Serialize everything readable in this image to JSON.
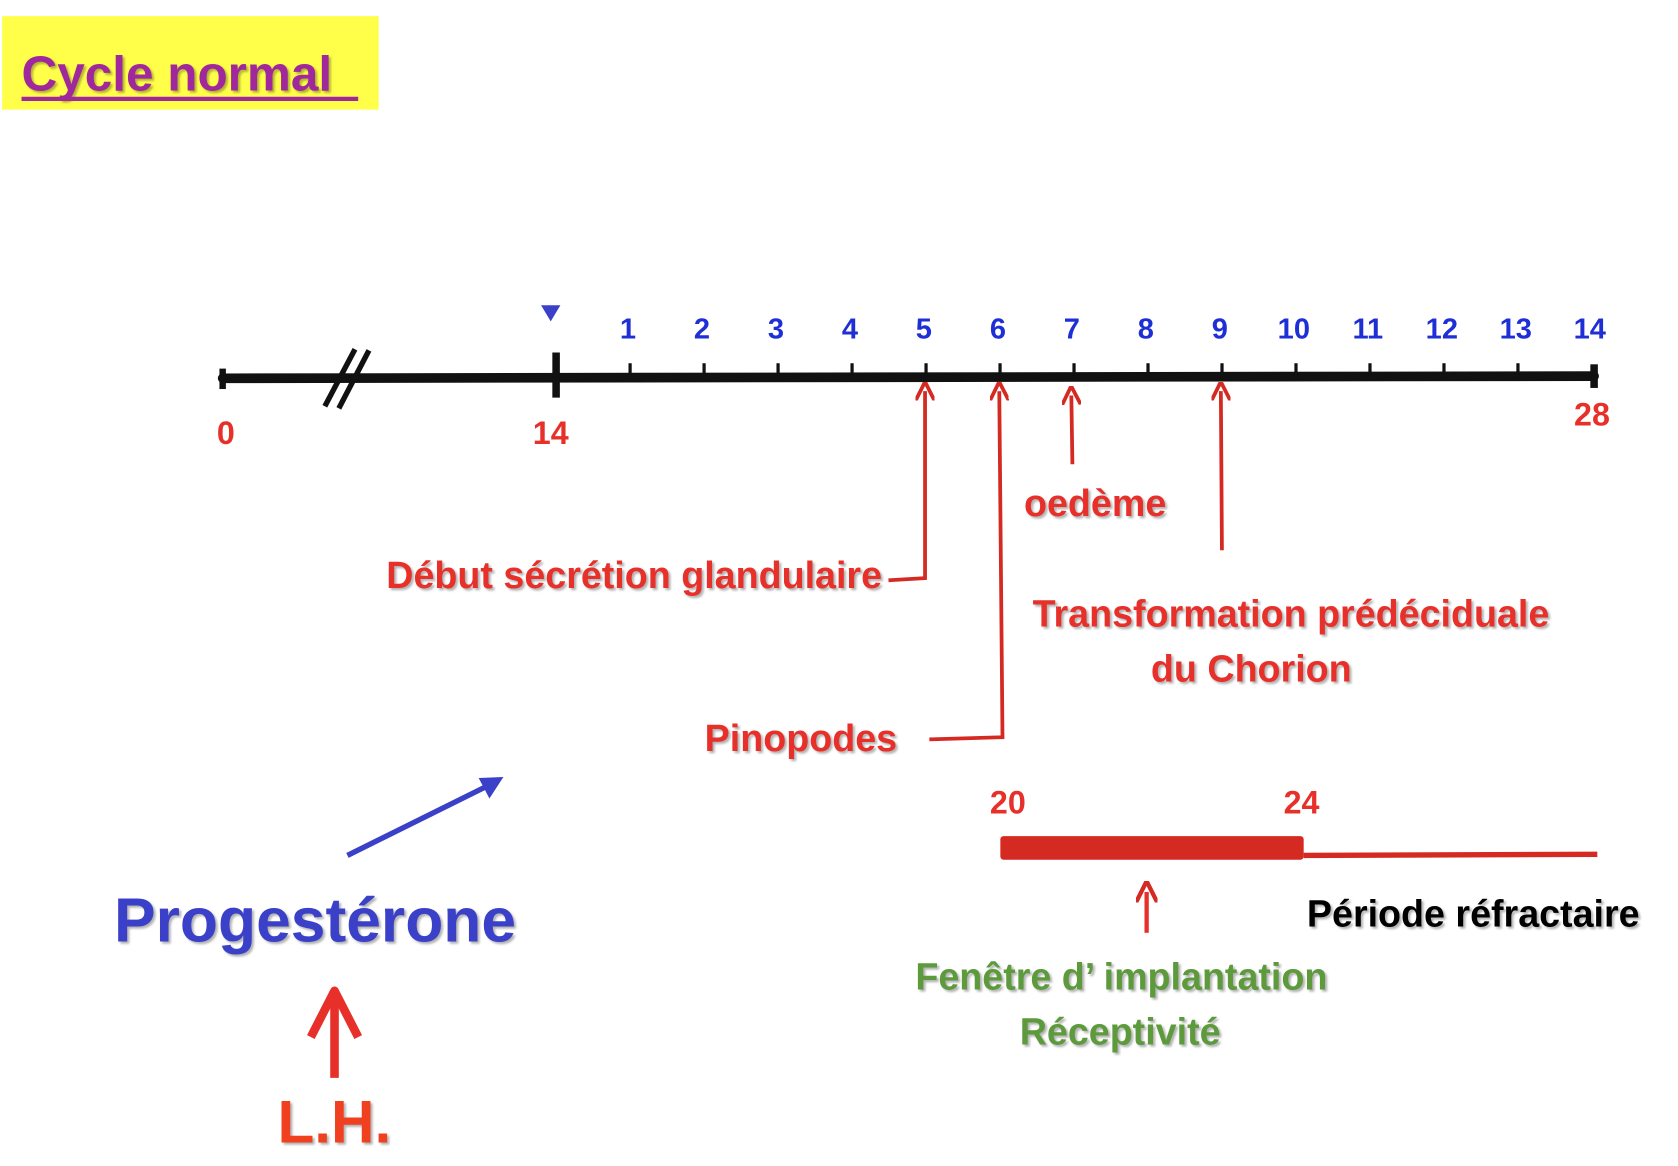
{
  "title": "Cycle normal",
  "axis": {
    "start_label": "0",
    "ovulation_label": "14",
    "end_label": "28",
    "post_ovulation_days": [
      "1",
      "2",
      "3",
      "4",
      "5",
      "6",
      "7",
      "8",
      "9",
      "10",
      "11",
      "12",
      "13",
      "14"
    ]
  },
  "annotations": {
    "glandular": "Début sécrétion glandulaire",
    "pinopodes": "Pinopodes",
    "oedema": "oedème",
    "transformation_line1": "Transformation prédéciduale",
    "transformation_line2": "du Chorion"
  },
  "window": {
    "start_label": "20",
    "end_label": "24",
    "refractory": "Période réfractaire",
    "implantation_line1": "Fenêtre d’ implantation",
    "implantation_line2": "Réceptivité"
  },
  "hormones": {
    "progesterone": "Progestérone",
    "lh": "L.H."
  },
  "colors": {
    "title_bg": "#ffff4a",
    "title_text": "#a1279c",
    "blue": "#3a40c8",
    "red": "#e8302a",
    "green": "#5c9a3c"
  }
}
